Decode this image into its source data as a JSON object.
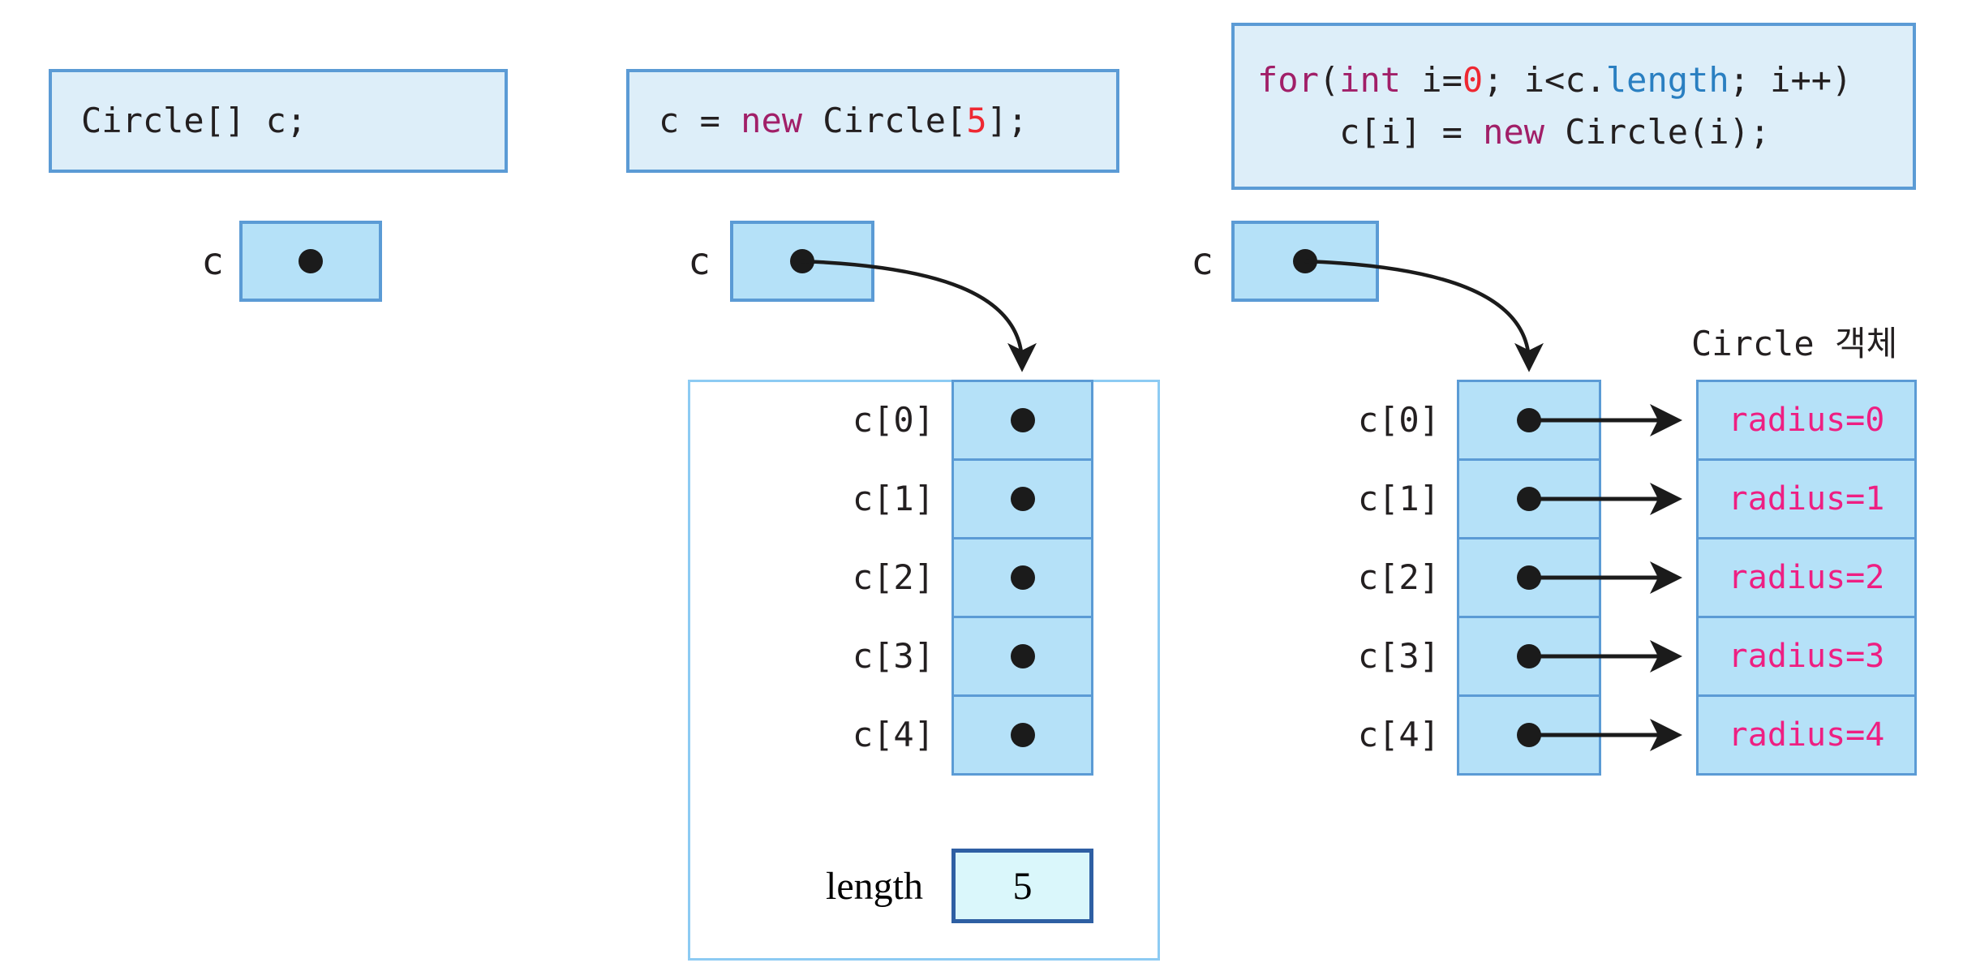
{
  "colors": {
    "code": "#231f20",
    "keyword": "#a11f68",
    "number": "#ee2832",
    "field": "#2a7fc1",
    "radius_text": "#ee1f82",
    "box_border": "#5b9bd5",
    "code_box_fill": "#ddeef9",
    "cell_fill": "#b5e1f8",
    "outer_border": "#8dcbf3",
    "length_fill": "#daf7fb",
    "length_border": "#2e5fa3"
  },
  "code_boxes": {
    "declaration": {
      "lines": [
        [
          {
            "t": "Circle[] c;",
            "c": "code"
          }
        ]
      ]
    },
    "allocation": {
      "lines": [
        [
          {
            "t": "c = ",
            "c": "code"
          },
          {
            "t": "new",
            "c": "keyword"
          },
          {
            "t": " Circle[",
            "c": "code"
          },
          {
            "t": "5",
            "c": "number"
          },
          {
            "t": "];",
            "c": "code"
          }
        ]
      ]
    },
    "loop": {
      "lines": [
        [
          {
            "t": "for",
            "c": "keyword"
          },
          {
            "t": "(",
            "c": "code"
          },
          {
            "t": "int",
            "c": "keyword"
          },
          {
            "t": " i=",
            "c": "code"
          },
          {
            "t": "0",
            "c": "number"
          },
          {
            "t": "; i<c.",
            "c": "code"
          },
          {
            "t": "length",
            "c": "field"
          },
          {
            "t": "; i++)",
            "c": "code"
          }
        ],
        [
          {
            "t": "    c[i] = ",
            "c": "code"
          },
          {
            "t": "new",
            "c": "keyword"
          },
          {
            "t": " Circle(i);",
            "c": "code"
          }
        ]
      ]
    }
  },
  "labels": {
    "variable": "c",
    "array": [
      "c[0]",
      "c[1]",
      "c[2]",
      "c[3]",
      "c[4]"
    ],
    "length": "length",
    "length_value": "5",
    "object_title": "Circle 객체"
  },
  "objects": {
    "radius_values": [
      "radius=0",
      "radius=1",
      "radius=2",
      "radius=3",
      "radius=4"
    ]
  }
}
